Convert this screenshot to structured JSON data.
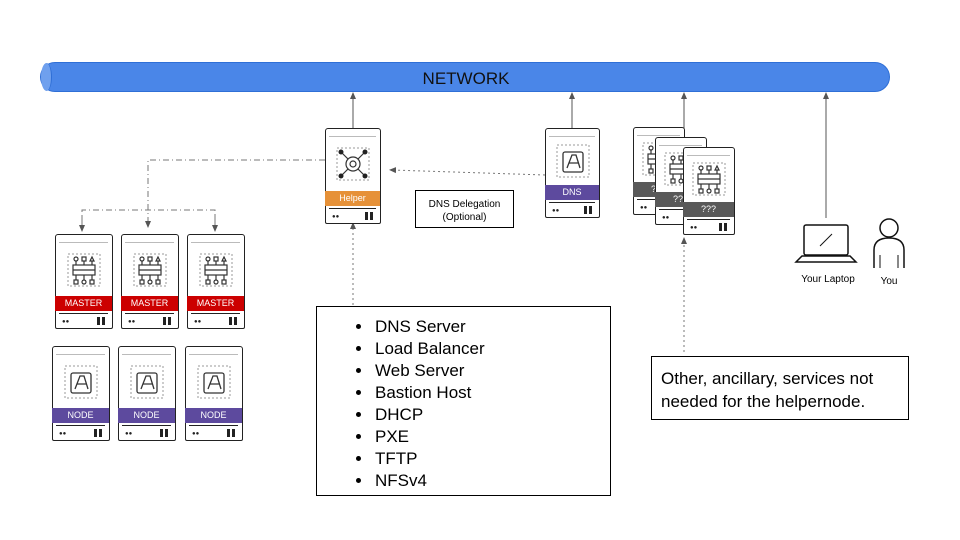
{
  "network": {
    "label": "NETWORK"
  },
  "helper": {
    "label": "Helper"
  },
  "dns_server": {
    "label": "DNS"
  },
  "dns_delegation": {
    "line1": "DNS Delegation",
    "line2": "(Optional)"
  },
  "masters": [
    {
      "label": "MASTER"
    },
    {
      "label": "MASTER"
    },
    {
      "label": "MASTER"
    }
  ],
  "nodes": [
    {
      "label": "NODE"
    },
    {
      "label": "NODE"
    },
    {
      "label": "NODE"
    }
  ],
  "other_servers": [
    {
      "label": "???"
    },
    {
      "label": "???"
    },
    {
      "label": "???"
    }
  ],
  "services": {
    "items": [
      "DNS Server",
      "Load Balancer",
      "Web Server",
      "Bastion Host",
      "DHCP",
      "PXE",
      "TFTP",
      "NFSv4"
    ]
  },
  "ancillary": {
    "line1": "Other, ancillary, services not",
    "line2": "needed for the helpernode."
  },
  "laptop": {
    "label": "Your Laptop"
  },
  "person": {
    "label": "You"
  },
  "colors": {
    "master": "#cc0000",
    "node": "#5d4a9e",
    "helper": "#e69138",
    "unknown": "#595959",
    "network": "#4a86e8"
  }
}
